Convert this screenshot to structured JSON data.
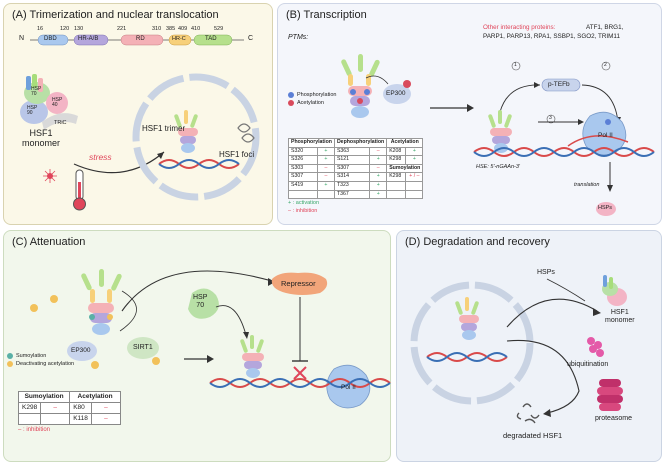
{
  "panels": {
    "a_title": "(A) Trimerization and nuclear translocation",
    "b_title": "(B) Transcription",
    "c_title": "(C) Attenuation",
    "d_title": "(D) Degradation and recovery"
  },
  "panel_a": {
    "n_label": "N",
    "c_label": "C",
    "positions": [
      "16",
      "120",
      "130",
      "221",
      "310",
      "385",
      "409",
      "410",
      "529"
    ],
    "domains": [
      {
        "label": "DBD",
        "color": "#a9c8ee"
      },
      {
        "label": "HR-A/B",
        "color": "#b4a6dc"
      },
      {
        "label": "RD",
        "color": "#f4b1b6"
      },
      {
        "label": "HR-C",
        "color": "#f7d07a"
      },
      {
        "label": "TAD",
        "color": "#b6e08c"
      }
    ],
    "hsp70": "HSP\n70",
    "hsp40": "HSP\n40",
    "hsp90": "HSP\n90",
    "tric": "TRiC",
    "monomer": "HSF1\nmonomer",
    "stress": "stress",
    "trimer": "HSF1 trimer",
    "foci": "HSF1 foci"
  },
  "panel_b": {
    "ptms": "PTMs:",
    "legend_phos": "Phosphorylation",
    "legend_acet": "Acetylation",
    "ep300": "EP300",
    "other_title": "Other interacting proteins:",
    "other_line1": "ATF1, BRG1,",
    "other_line2": "PARP1, PARP13, RPA1, SSBP1, SGO2, TRIM11",
    "ptefb": "p-TEFb",
    "polii": "Pol II",
    "hse": "HSE: 5'-nGAAn-3'",
    "translation": "translation",
    "hsps": "HSPs",
    "step1": "1",
    "step2": "2",
    "step3": "3",
    "table": {
      "headers": [
        "Phosphorylation",
        "Dephosphorylation",
        "Acetylation"
      ],
      "rows": [
        [
          "S320",
          "+",
          "S363",
          "–",
          "K208",
          "+"
        ],
        [
          "S326",
          "+",
          "S121",
          "+",
          "K298",
          "+"
        ],
        [
          "S303",
          "–",
          "S307",
          "–",
          "Sumoylation",
          ""
        ],
        [
          "S307",
          "–",
          "S314",
          "+",
          "K298",
          "+ / –"
        ],
        [
          "S419",
          "+",
          "T323",
          "+",
          "",
          ""
        ],
        [
          "",
          "",
          "T367",
          "+",
          "",
          ""
        ]
      ]
    },
    "activation": "+ : activation",
    "inhibition": "– : inhibition"
  },
  "panel_c": {
    "hsp70": "HSP\n70",
    "repressor": "Repressor",
    "ep300": "EP300",
    "sirt1": "SIRT1",
    "legend_sumo": "Sumoylation",
    "legend_deact": "Deactivating acetylation",
    "polii": "Pol II",
    "table": {
      "headers": [
        "Sumoylation",
        "Acetylation"
      ],
      "rows": [
        [
          "K298",
          "–",
          "K80",
          "–"
        ],
        [
          "",
          "",
          "K118",
          "–"
        ]
      ]
    },
    "inhibition": "– : inhibition"
  },
  "panel_d": {
    "hsps": "HSPs",
    "monomer": "HSF1\nmonomer",
    "ubiquitination": "ubiquitination",
    "proteasome": "proteasome",
    "degraded": "degradated HSF1"
  },
  "colors": {
    "dbd": "#a9c8ee",
    "hrab": "#b4a6dc",
    "rd": "#f4b1b6",
    "hrc": "#f7d07a",
    "tad": "#b6e08c",
    "activation": "#3aa86a",
    "inhibition": "#e0455a",
    "repressor": "#f2a57a",
    "dna_red": "#d94a4a",
    "dna_blue": "#3a6fb5"
  },
  "icons": [
    "thermometer-icon",
    "nucleus-icon",
    "dna-icon",
    "polymerase-icon",
    "proteasome-icon",
    "ubiquitin-icon"
  ]
}
